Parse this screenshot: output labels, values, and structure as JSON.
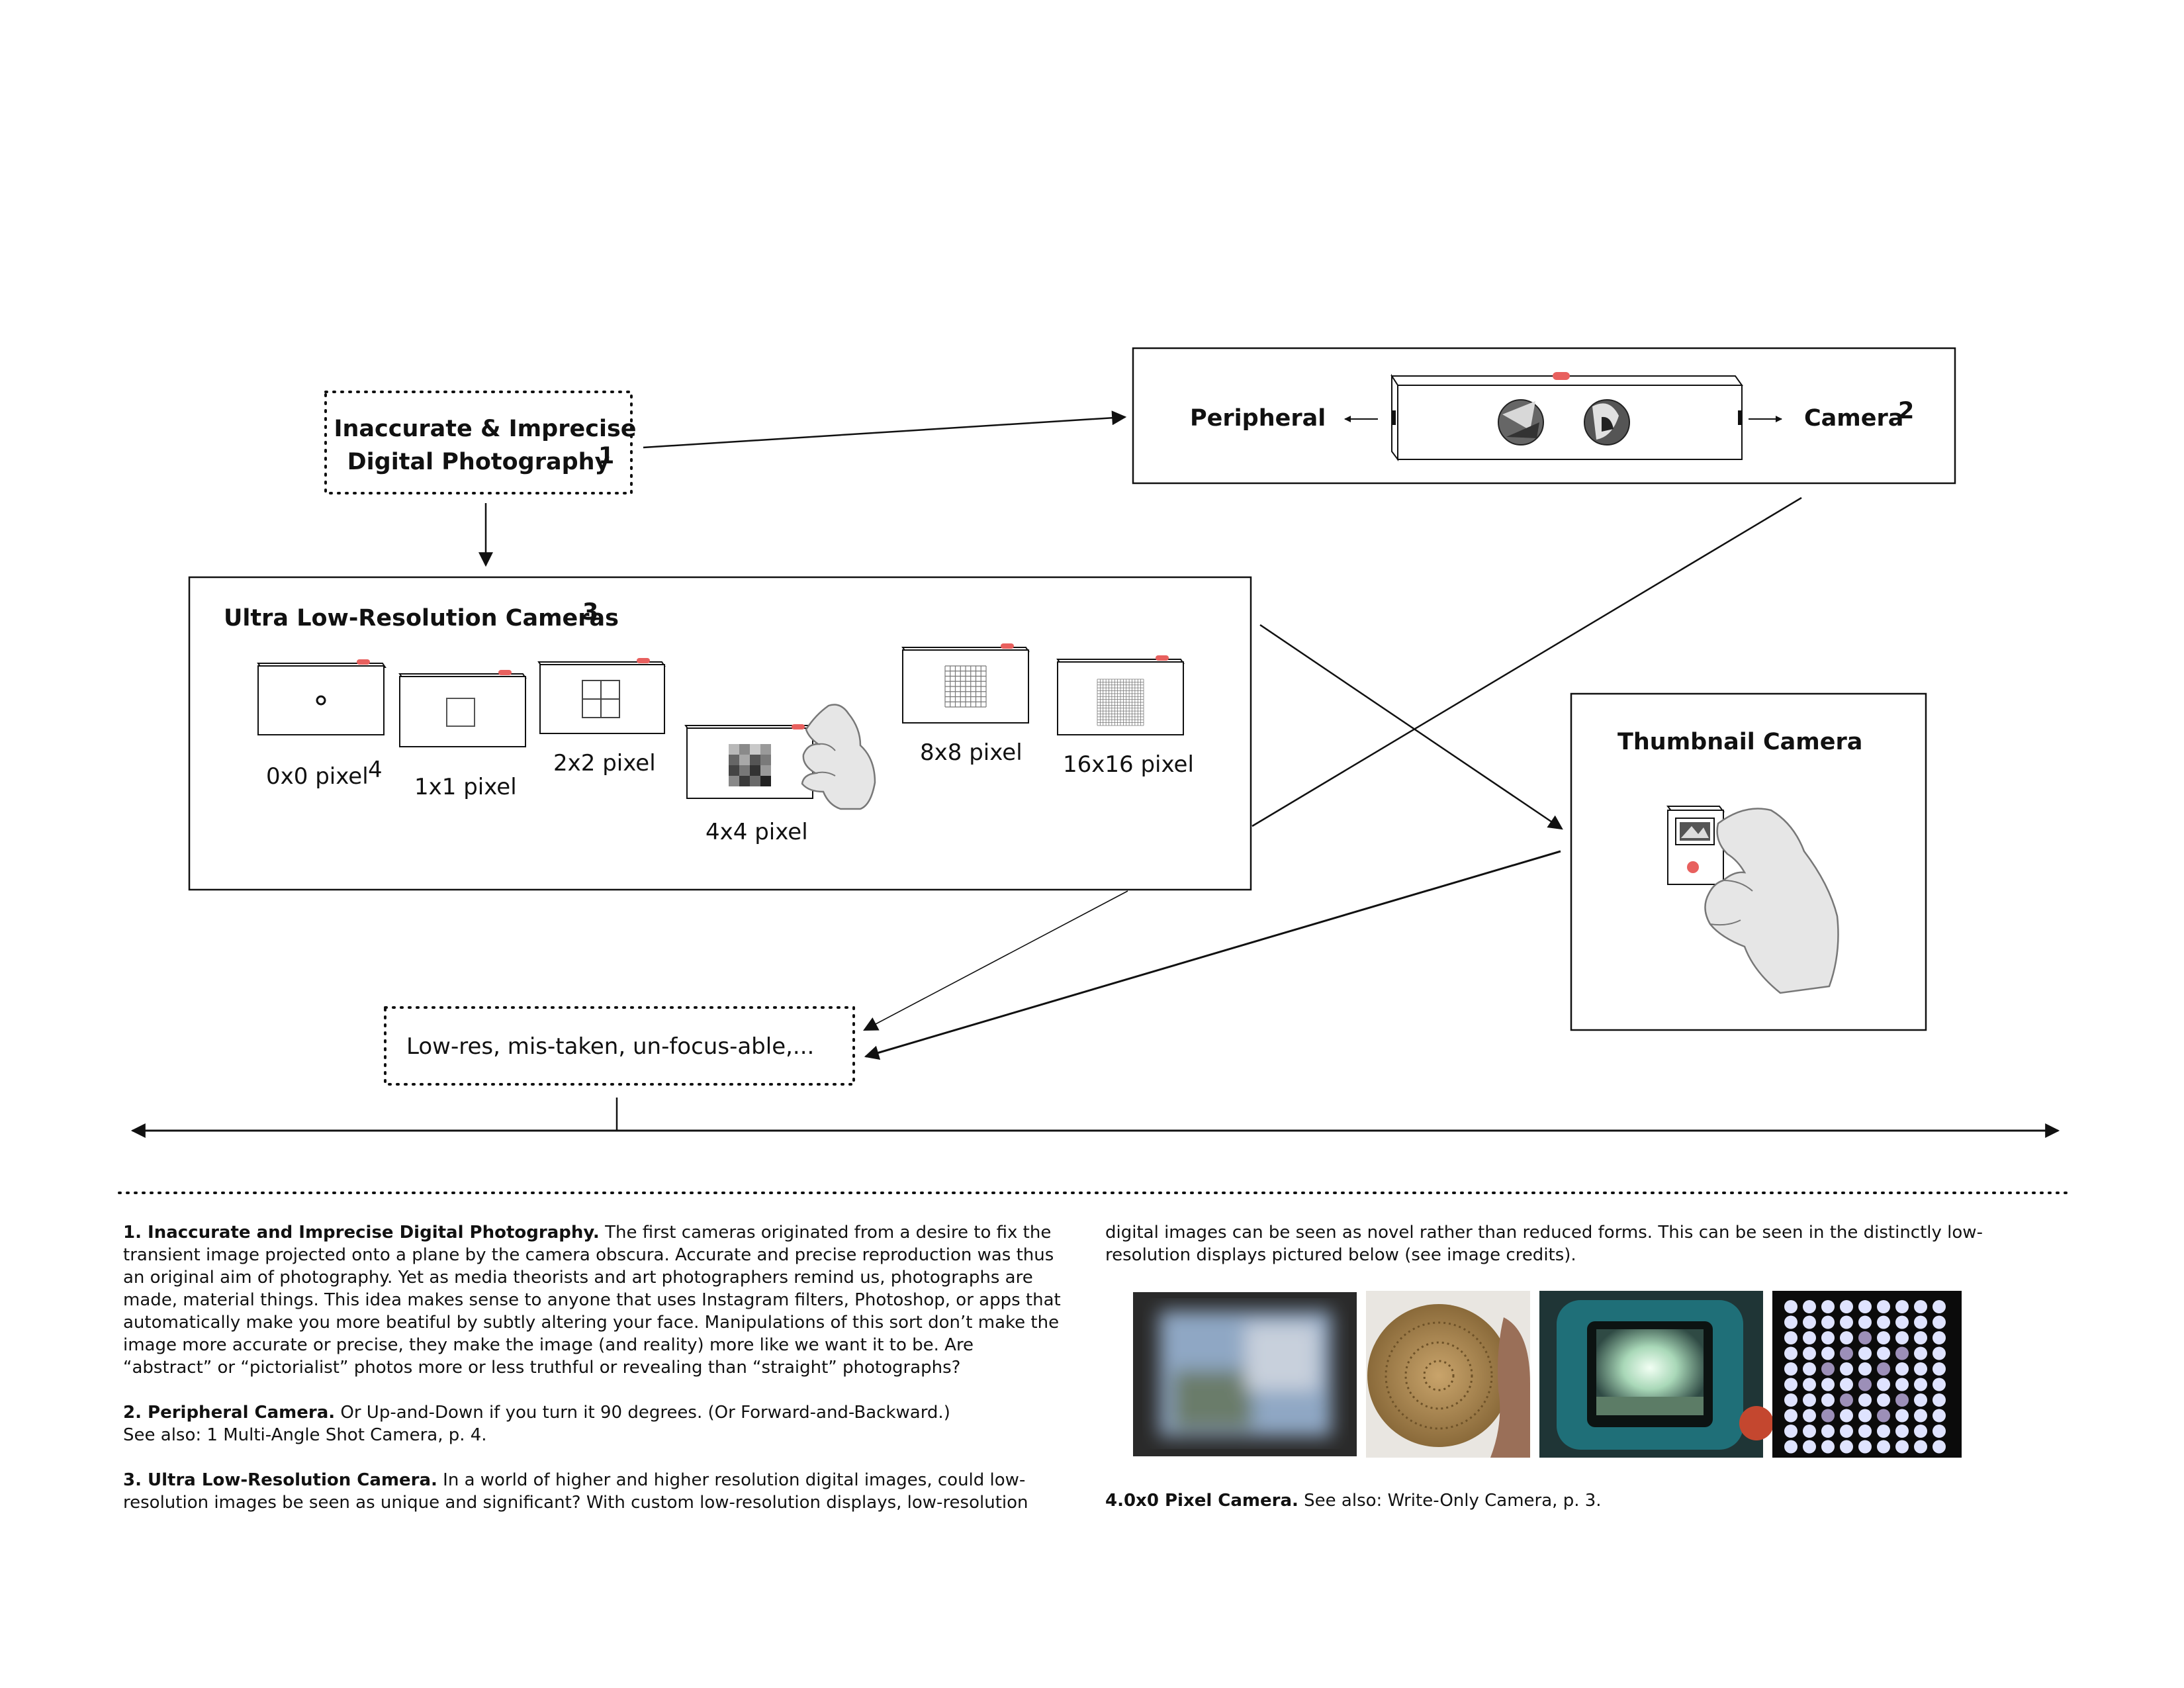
{
  "nodes": {
    "inaccurate": {
      "line1": "Inaccurate & Imprecise",
      "line2": "Digital Photography",
      "ref": "1"
    },
    "peripheral": {
      "left_label": "Peripheral",
      "right_label": "Camera",
      "ref": "2"
    },
    "ultra": {
      "title": "Ultra Low-Resolution Cameras",
      "ref": "3",
      "cameras": [
        {
          "label": "0x0 pixel",
          "ref": "4",
          "grid": 0
        },
        {
          "label": "1x1 pixel",
          "grid": 1
        },
        {
          "label": "2x2 pixel",
          "grid": 2
        },
        {
          "label": "4x4 pixel",
          "grid": 4
        },
        {
          "label": "8x8 pixel",
          "grid": 8
        },
        {
          "label": "16x16 pixel",
          "grid": 16
        }
      ]
    },
    "thumbnail": {
      "title": "Thumbnail Camera"
    },
    "lowres": {
      "text": "Low-res, mis-taken, un-focus-able,..."
    }
  },
  "footnotes": [
    {
      "title": "1. Inaccurate and Imprecise Digital Photography.",
      "body": "The first cameras originated from a desire to fix the transient image projected onto a plane by the camera obscura. Accurate and precise reproduction was thus an original aim of photography. Yet as media theorists and art photographers remind us, photographs are made, material things. This idea makes sense to anyone that uses Instagram filters, Photoshop, or apps that automatically make you more beatiful by subtly altering your face. Manipulations of this sort don’t make the image more accurate or precise, they make the image (and reality) more like we want it to be. Are “abstract” or “pictorialist” photos more or less truthful or revealing than “straight” photographs?"
    },
    {
      "title": "2. Peripheral Camera.",
      "body": "Or Up-and-Down if you turn it 90 degrees. (Or Forward-and-Backward.)",
      "body2": "See also: 1 Multi-Angle Shot Camera, p. 4."
    },
    {
      "title": "3. Ultra Low-Resolution Camera.",
      "body": "In a world of higher and higher resolution digital images, could low-resolution images be seen as unique and significant? With custom low-resolution displays, low-resolution",
      "continued": "digital images can be seen as novel rather than reduced forms. This can be seen in the distinctly low-resolution displays pictured below (see image credits)."
    },
    {
      "title": "4.0x0 Pixel Camera.",
      "body": "See also: Write-Only Camera, p. 3."
    }
  ],
  "colors": {
    "accent_red": "#e8605e",
    "line": "#111111",
    "hand_fill": "#e6e6e6",
    "hand_stroke": "#777777",
    "teal_frame": "#1f6f78"
  },
  "icons": [
    "camera-icon",
    "hand-icon",
    "arrow-icon"
  ]
}
